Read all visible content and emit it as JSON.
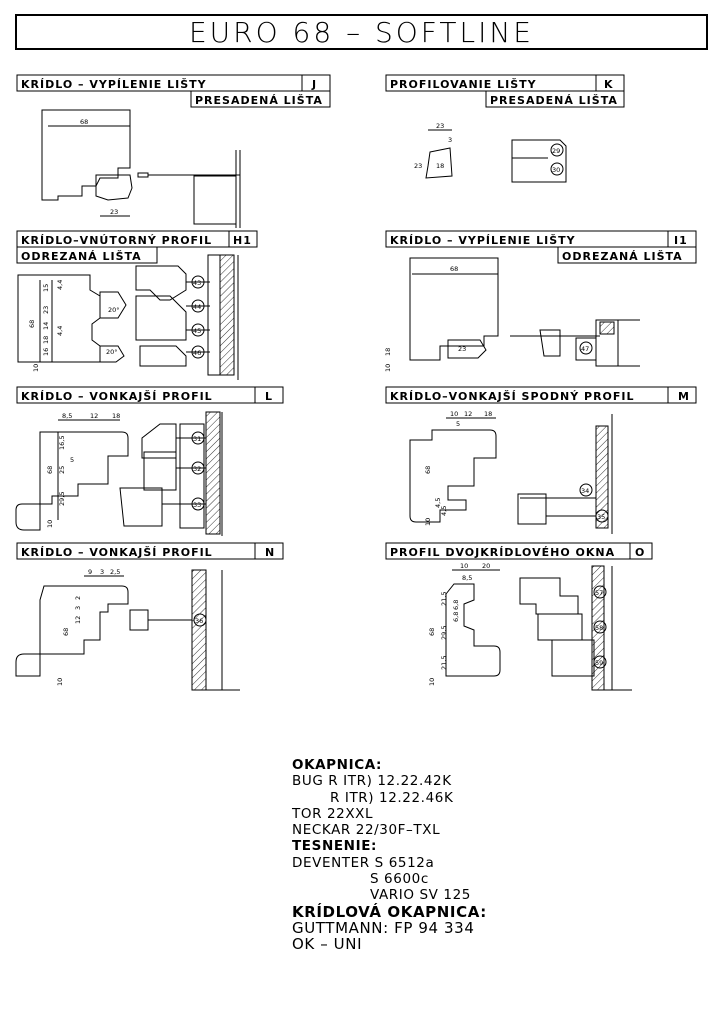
{
  "title": "EURO 68 – SOFTLINE",
  "sections": {
    "J": {
      "name": "KRÍDLO – VYPÍLENIE LIŠTY",
      "code": "J",
      "sub": "PRESADENÁ LIŠTA",
      "dims": [
        "68",
        "23"
      ]
    },
    "K": {
      "name": "PROFILOVANIE LIŠTY",
      "code": "K",
      "sub": "PRESADENÁ LIŠTA",
      "dims": [
        "23",
        "3",
        "23",
        "18"
      ],
      "parts": [
        "29",
        "30"
      ]
    },
    "H1": {
      "name": "KRÍDLO–VNÚTORNÝ PROFIL",
      "code": "H1",
      "sub": "ODREZANÁ LIŠTA",
      "dims": [
        "68",
        "15",
        "23",
        "18",
        "14",
        "16",
        "10",
        "20°",
        "20°",
        "4,4",
        "4,4"
      ],
      "parts": [
        "43",
        "44",
        "45",
        "46"
      ]
    },
    "I1": {
      "name": "KRÍDLO – VYPÍLENIE LIŠTY",
      "code": "I1",
      "sub": "ODREZANÁ LIŠTA",
      "dims": [
        "68",
        "23",
        "10",
        "18"
      ],
      "parts": [
        "47"
      ]
    },
    "L": {
      "name": "KRÍDLO – VONKAJŠÍ PROFIL",
      "code": "L",
      "dims": [
        "8,5",
        "12",
        "18",
        "16,5",
        "25",
        "29,5",
        "68",
        "10",
        "5"
      ],
      "parts": [
        "31",
        "32",
        "33"
      ]
    },
    "M": {
      "name": "KRÍDLO–VONKAJŠÍ SPODNÝ PROFIL",
      "code": "M",
      "dims": [
        "10",
        "12",
        "18",
        "5",
        "68",
        "10",
        "4,5",
        "4,5"
      ],
      "parts": [
        "34",
        "35"
      ]
    },
    "N": {
      "name": "KRÍDLO – VONKAJŠÍ PROFIL",
      "code": "N",
      "dims": [
        "9",
        "3",
        "2,5",
        "68",
        "12",
        "3",
        "2",
        "10"
      ],
      "parts": [
        "36"
      ]
    },
    "O": {
      "name": "PROFIL DVOJKRÍDLOVÉHO OKNA",
      "code": "O",
      "dims": [
        "10",
        "20",
        "8,5",
        "68",
        "21,5",
        "29,5",
        "21,5",
        "10",
        "6,8",
        "6,8"
      ],
      "parts": [
        "57",
        "58",
        "59"
      ]
    }
  },
  "notes": {
    "okapnica_h": "OKAPNICA:",
    "okapnica_1": "BUG R ITR) 12.22.42K",
    "okapnica_2": "R ITR) 12.22.46K",
    "okapnica_3": "TOR 22XXL",
    "okapnica_4": "NECKAR 22/30F–TXL",
    "tesnenie_h": "TESNENIE:",
    "tesnenie_1": "DEVENTER S 6512a",
    "tesnenie_2": "S 6600c",
    "tesnenie_3": "VARIO SV 125",
    "kridlova_h": "KRÍDLOVÁ OKAPNICA:",
    "kridlova_1": "GUTTMANN: FP 94 334",
    "kridlova_2": "OK – UNI"
  }
}
